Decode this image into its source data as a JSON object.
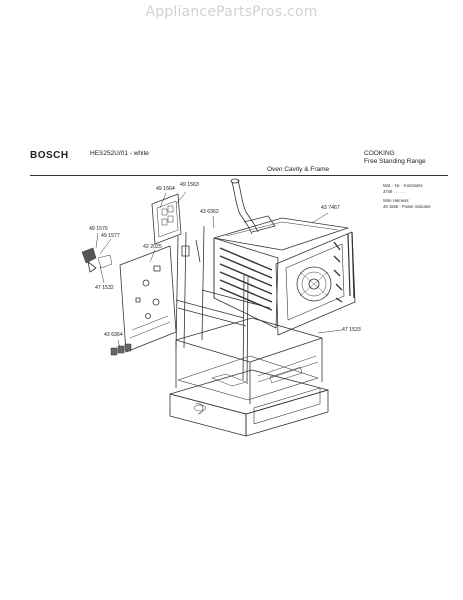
{
  "watermark": "AppliancePartsPros.com",
  "header": {
    "brand": "BOSCH",
    "model": "HES252U/01 -  white",
    "category_line1": "COOKING",
    "category_line2": "Free Standing Range",
    "section_title": "Oven Cavity & Frame"
  },
  "notes": {
    "line1": "Mat. - Nr. - Konstants",
    "line2": "3748  . . . . .",
    "line3": "Wire Harness:",
    "line4": "49 1565 - Power indicator"
  },
  "part_labels": {
    "p491564": "49 1564",
    "p491563": "49 1563",
    "p436362": "43 6362",
    "p437467": "43 7467",
    "p491576": "49 1576",
    "p491577": "49 1577",
    "p422025": "42 2025",
    "p471532": "47 1532",
    "p471533": "47 1533",
    "p436364": "43 6364"
  },
  "colors": {
    "line": "#333333",
    "watermark": "#d2d2d2"
  }
}
